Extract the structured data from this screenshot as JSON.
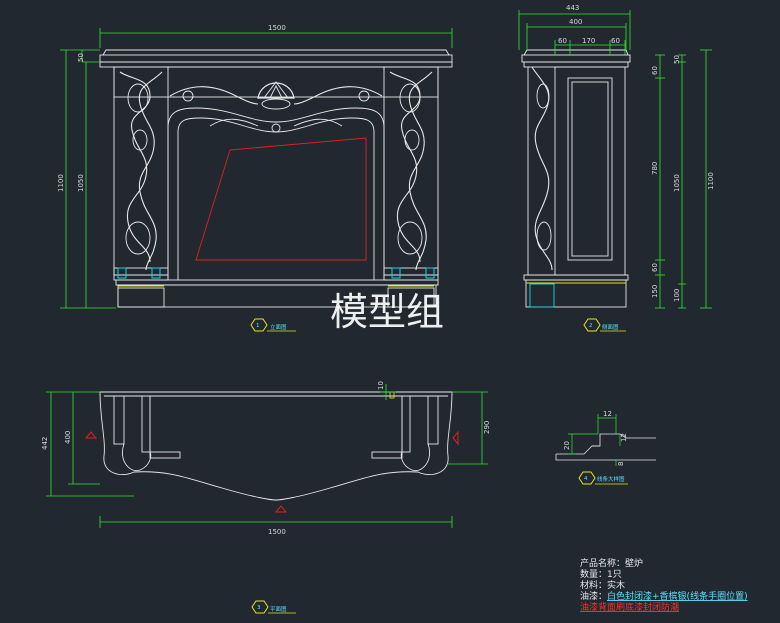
{
  "drawing": {
    "front_view": {
      "title": "立面图",
      "width_dim": "1500",
      "height_total": "1100",
      "height_inner": "1050",
      "top_dim": "50"
    },
    "side_view": {
      "title": "侧面图",
      "dim_443": "443",
      "dim_400": "400",
      "dim_60a": "60",
      "dim_170": "170",
      "dim_60b": "60",
      "dim_60_top": "60",
      "dim_50": "50",
      "dim_780": "780",
      "dim_1050": "1050",
      "dim_1100": "1100",
      "dim_60_bottom": "60",
      "dim_150": "150",
      "dim_100": "100"
    },
    "plan_view": {
      "title": "平面图",
      "width_dim": "1500",
      "dim_442": "442",
      "dim_400": "400",
      "dim_290": "290",
      "dim_10": "10"
    },
    "detail_view": {
      "title": "线条大样图",
      "dim_12a": "12",
      "dim_12b": "12",
      "dim_20": "20",
      "dim_8": "8"
    },
    "watermark": "模型组",
    "notes": {
      "name": "产品名称：壁炉",
      "qty": "数量：1只",
      "material": "材料：实木",
      "paint_prefix": "油漆：",
      "paint_value": "白色封闭漆+香槟银(线条手圈位置)",
      "warning": "油漆背面刷底漆封闭防潮"
    }
  },
  "colors": {
    "background": "#212830",
    "outline": "#e8e8e8",
    "dimension": "#2ee62e",
    "hatch_red": "#e02020",
    "marker_cyan": "#19d3e6",
    "marker_yellow": "#e6e619"
  }
}
